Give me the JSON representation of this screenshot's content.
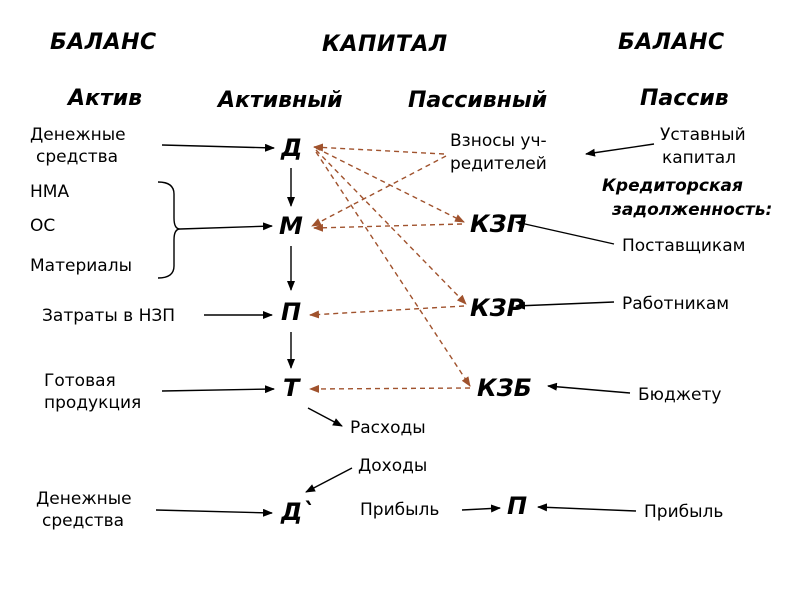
{
  "headers": {
    "balance_left": "БАЛАНС",
    "capital": "КАПИТАЛ",
    "balance_right": "БАЛАНС",
    "aktiv": "Актив",
    "aktivnyi": "Активный",
    "passivnyi": "Пассивный",
    "passiv": "Пассив"
  },
  "nodes": {
    "d": "Д",
    "m": "М",
    "p": "П",
    "t": "Т",
    "d_prime": "Д`",
    "kzp": "КЗП",
    "kzr": "КЗР",
    "kzb": "КЗБ",
    "p_profit": "П"
  },
  "left_labels": {
    "cash1_line1": "Денежные",
    "cash1_line2": "средства",
    "nma": "НМА",
    "os": "ОС",
    "materials": "Материалы",
    "costs_nzp": "Затраты в НЗП",
    "finished_line1": "Готовая",
    "finished_line2": "продукция",
    "cash2_line1": "Денежные",
    "cash2_line2": "средства"
  },
  "middle_labels": {
    "contrib_line1": "Взносы уч-",
    "contrib_line2": "редителей",
    "expenses": "Расходы",
    "income": "Доходы",
    "profit_mid": "Прибыль"
  },
  "right_labels": {
    "charter_line1": "Уставный",
    "charter_line2": "капитал",
    "payables_line1": "Кредиторская",
    "payables_line2": "задолженность:",
    "suppliers": "Поставщикам",
    "workers": "Работникам",
    "budget": "Бюджету",
    "profit_right": "Прибыль"
  },
  "colors": {
    "solid_arrow": "#000000",
    "dashed_arrow": "#a0522d"
  }
}
